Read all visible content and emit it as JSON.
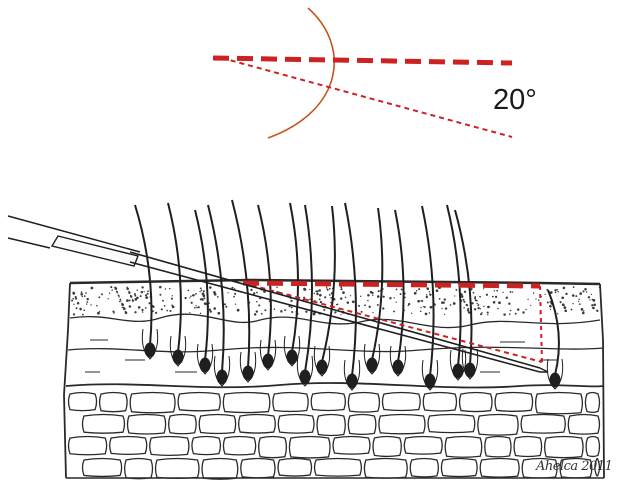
{
  "angle": {
    "label": "20°",
    "degrees": 20
  },
  "signature": "Ahelca 2011",
  "colors": {
    "guide_line": "#cc2222",
    "arc": "#c8541c",
    "sketch": "#2a2a2a",
    "background": "#ffffff"
  },
  "elements": {
    "needle": "cannula-needle",
    "hairs": "hair-follicles",
    "skin_layers": [
      "epidermis",
      "dermis",
      "subcutaneous-fat"
    ]
  }
}
